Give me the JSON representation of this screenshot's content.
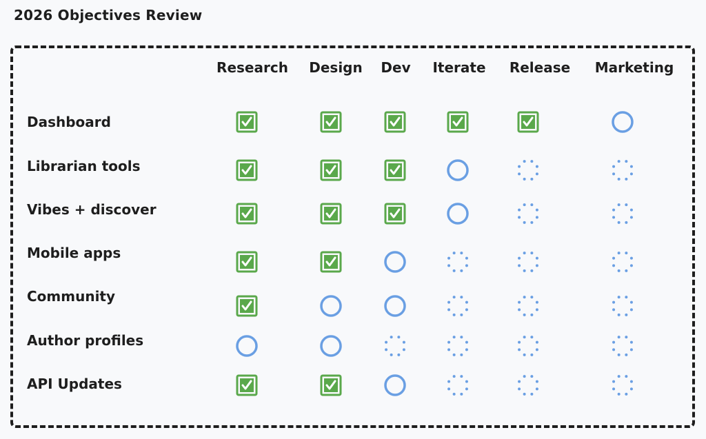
{
  "title": "2026 Objectives Review",
  "columns": [
    "Research",
    "Design",
    "Dev",
    "Iterate",
    "Release",
    "Marketing"
  ],
  "legend_meaning": {
    "done": "checkbox",
    "in_progress": "circle",
    "not_started": "dotted-circle"
  },
  "colors": {
    "done": "#5aa84b",
    "in_progress": "#6a9fe3",
    "not_started": "#6a9fe3",
    "border": "#1e1e1e",
    "background": "#f8f9fb"
  },
  "rows": [
    {
      "label": "Dashboard",
      "status": [
        "done",
        "done",
        "done",
        "done",
        "done",
        "in_progress"
      ]
    },
    {
      "label": "Librarian tools",
      "status": [
        "done",
        "done",
        "done",
        "in_progress",
        "not_started",
        "not_started"
      ]
    },
    {
      "label": "Vibes + discover",
      "status": [
        "done",
        "done",
        "done",
        "in_progress",
        "not_started",
        "not_started"
      ]
    },
    {
      "label": "Mobile apps",
      "status": [
        "done",
        "done",
        "in_progress",
        "not_started",
        "not_started",
        "not_started"
      ]
    },
    {
      "label": "Community",
      "status": [
        "done",
        "in_progress",
        "in_progress",
        "not_started",
        "not_started",
        "not_started"
      ]
    },
    {
      "label": "Author profiles",
      "status": [
        "in_progress",
        "in_progress",
        "not_started",
        "not_started",
        "not_started",
        "not_started"
      ]
    },
    {
      "label": "API Updates",
      "status": [
        "done",
        "done",
        "in_progress",
        "not_started",
        "not_started",
        "not_started"
      ]
    }
  ]
}
